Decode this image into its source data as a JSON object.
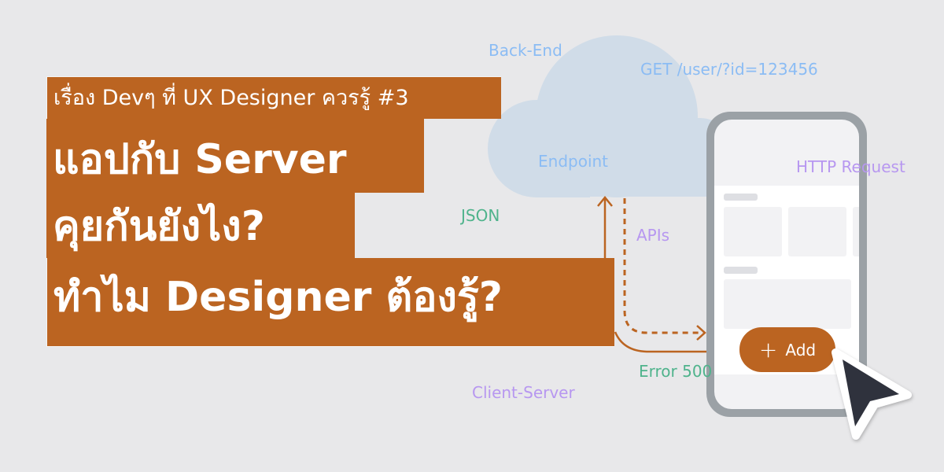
{
  "subtitle": "เรื่อง Devๆ ที่ UX Designer ควรรู้ #3",
  "title_lines": [
    "แอปกับ Server",
    "คุยกันยังไง?",
    "ทำไม Designer ต้องรู้?"
  ],
  "labels": {
    "back_end": "Back-End",
    "get_request": "GET /user/?id=123456",
    "endpoint": "Endpoint",
    "http_request": "HTTP Request",
    "json": "JSON",
    "apis": "APIs",
    "error_500": "Error 500",
    "client_server": "Client-Server"
  },
  "phone": {
    "add_button": {
      "icon": "plus-icon",
      "label": "Add"
    }
  },
  "cursor": {
    "icon": "mouse-pointer-icon"
  },
  "colors": {
    "background": "#e8e8ea",
    "accent": "#bb6421",
    "cloud": "#d0dce8",
    "label_blue": "#8bbcf4",
    "label_purple": "#b797f0",
    "label_green": "#4fb38c",
    "phone_frame": "#9ba1a6",
    "cursor": "#2f323d"
  }
}
